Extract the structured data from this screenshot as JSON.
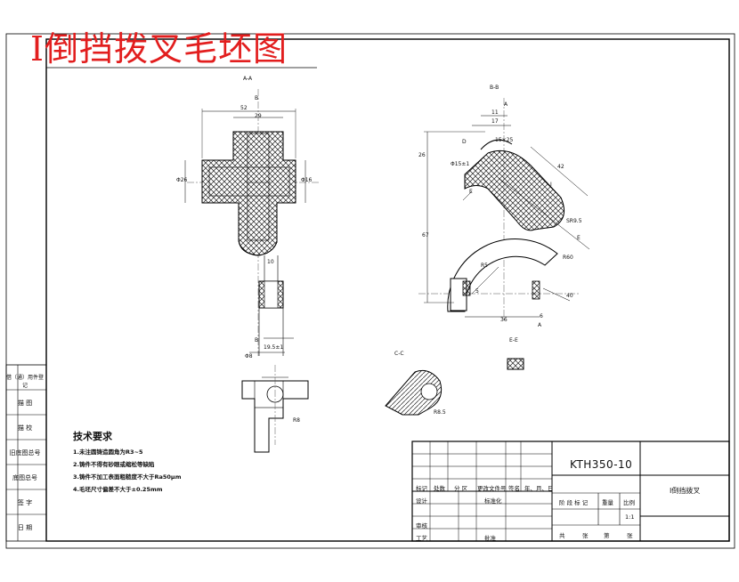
{
  "title": "I倒挡拨叉毛坯图",
  "views": {
    "aa": "A-A",
    "bb": "B-B",
    "cc": "C-C",
    "ee": "E-E",
    "marks": [
      "B",
      "B",
      "A",
      "A",
      "D",
      "E",
      "E",
      "I"
    ]
  },
  "dimensions": {
    "aa_top": "52",
    "aa_top2": "29",
    "aa_left": "Φ26",
    "aa_right": "Φ16",
    "aa_bottom": "19.5±1",
    "aa_slot": "10",
    "aa_side": "Φ8",
    "bb_11": "11",
    "bb_17": "17",
    "bb_26": "26",
    "bb_fork": "Φ15±1",
    "bb_cross": "15×25",
    "bb_67": "67",
    "bb_36": "36",
    "bb_6": "6",
    "bb_5": "5",
    "bb_r60": "R60",
    "bb_r5": "R5",
    "bb_s": "SR9.5",
    "bb_42": "42",
    "bb_40": "40",
    "cc_r": "R8",
    "cc_r2": "R8.5"
  },
  "tech_requirements": {
    "title": "技术要求",
    "items": [
      "1.未注圆铸造圆角为R3~5",
      "2.铸件不得有砂眼或缩松等缺陷",
      "3.铸件不加工表面粗糙度不大于Ra50μm",
      "4.毛坯尺寸偏差不大于±0.25mm"
    ]
  },
  "title_block": {
    "drawing_no": "KTH350-10",
    "part_name": "I倒挡拨叉",
    "scale": "1:1",
    "row_headers": [
      "标记",
      "处数",
      "分 区",
      "更改文件号",
      "签名",
      "年、月、日"
    ],
    "left_rows": [
      "设计",
      "审核",
      "工艺"
    ],
    "col2": [
      "标准化",
      "批准"
    ],
    "stage_headers": [
      "阶 段 标 记",
      "重量",
      "比例"
    ],
    "sheet": [
      "共",
      "张",
      "第",
      "张"
    ]
  },
  "side_table": [
    "借（通）用件登记",
    "描  图",
    "描  校",
    "旧底图总号",
    "底图总号",
    "签  字",
    "日  期"
  ]
}
